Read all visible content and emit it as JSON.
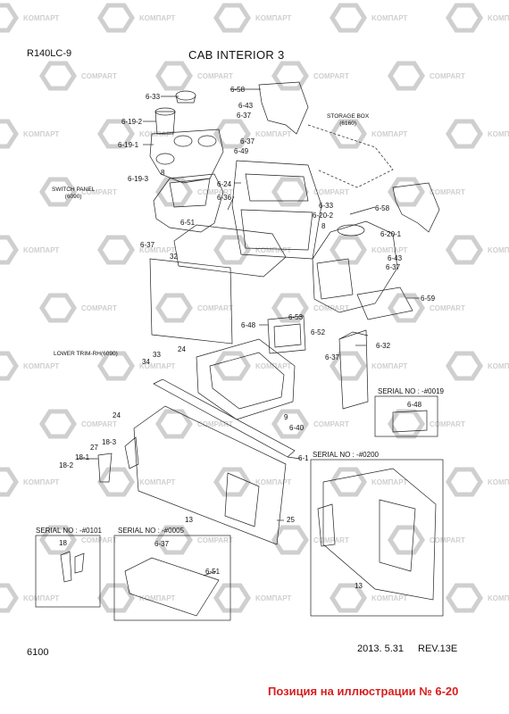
{
  "header": {
    "model": "R140LC-9",
    "title": "CAB INTERIOR 3"
  },
  "watermark": {
    "text": "KOMПАРТ",
    "text2": "COMPART",
    "color": "#cfcfcf"
  },
  "notes": {
    "storage_box": "STORAGE BOX",
    "storage_box_code": "(6160)",
    "switch_panel": "SWITCH PANEL",
    "switch_panel_code": "(6090)",
    "lower_trim": "LOWER TRIM-RH(6090)"
  },
  "labels": [
    "6-58",
    "6-33",
    "6-43",
    "6-37",
    "6-19-2",
    "6-19-1",
    "6-37",
    "6-49",
    "6-19-3",
    "8",
    "6-24",
    "6-36",
    "6-33",
    "6-58",
    "6-20-2",
    "6-51",
    "8",
    "6-20-1",
    "6-37",
    "32",
    "6-43",
    "6-37",
    "6-59",
    "6-53",
    "6-48",
    "6-52",
    "6-32",
    "24",
    "34",
    "33",
    "6-37",
    "24",
    "9",
    "6-40",
    "18-3",
    "27",
    "18-1",
    "18-2",
    "6-1",
    "25",
    "13",
    "18",
    "6-37",
    "6-51",
    "13",
    "6-48"
  ],
  "serials": {
    "s0019": "SERIAL NO : -#0019",
    "s0200": "SERIAL NO : -#0200",
    "s0101": "SERIAL NO : -#0101",
    "s0005": "SERIAL NO : -#0005"
  },
  "footer": {
    "page": "6100",
    "date": "2013. 5.31",
    "rev": "REV.13E"
  },
  "caption": "Позиция на иллюстрации № 6-20",
  "colors": {
    "line": "#222222",
    "caption": "#d81e1e",
    "watermark": "#cfcfcf"
  }
}
